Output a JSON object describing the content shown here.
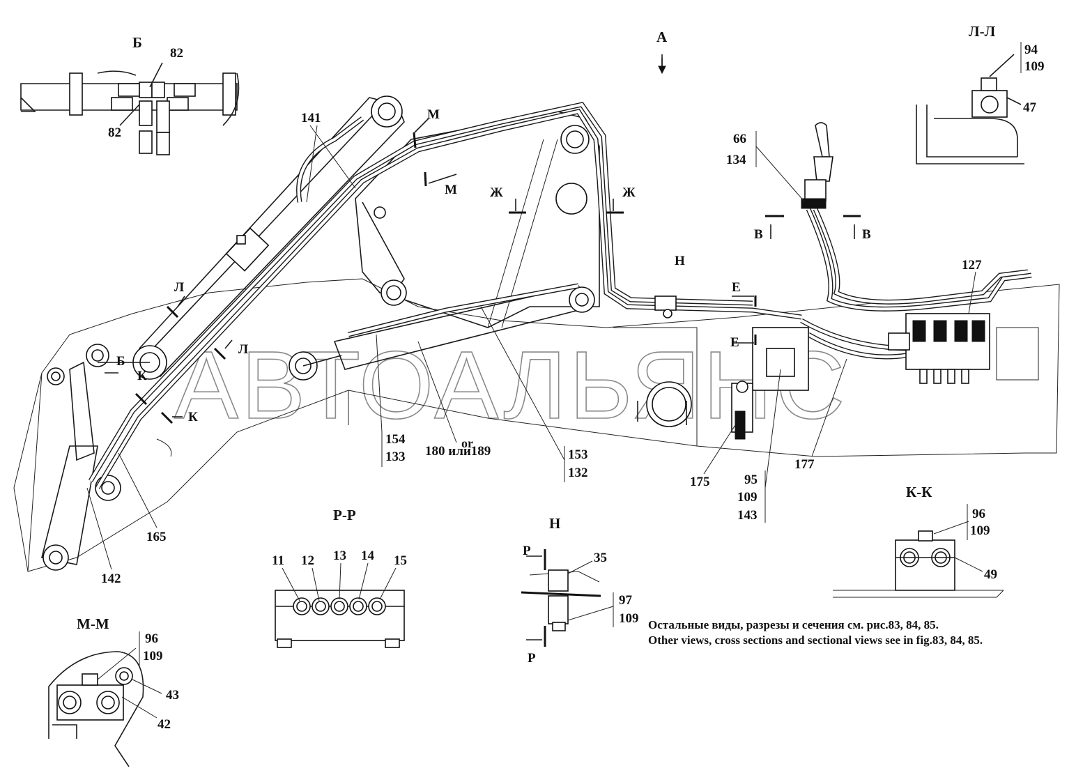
{
  "watermark": "АВТОАЛЬЯНС",
  "views": {
    "B_view": "Б",
    "A_view": "А",
    "LL_view": "Л-Л",
    "PP_view": "Р-Р",
    "H_view": "Н",
    "KK_view": "К-К",
    "MM_view": "М-М"
  },
  "section_marks": {
    "M": "М",
    "Zh": "Ж",
    "V": "В",
    "N": "Н",
    "E": "Е",
    "L": "Л",
    "K": "К",
    "B": "Б",
    "P": "Р"
  },
  "callouts": {
    "c82": "82",
    "c141": "141",
    "c66": "66",
    "c134": "134",
    "c94": "94",
    "c109": "109",
    "c47": "47",
    "c127": "127",
    "c154": "154",
    "c133": "133",
    "c180": "180 или189",
    "c_or": "or",
    "c153": "153",
    "c132": "132",
    "c175": "175",
    "c95": "95",
    "c143": "143",
    "c177": "177",
    "c165": "165",
    "c142": "142",
    "c11": "11",
    "c12": "12",
    "c13": "13",
    "c14": "14",
    "c15": "15",
    "c35": "35",
    "c97": "97",
    "c96": "96",
    "c49": "49",
    "c43": "43",
    "c42": "42"
  },
  "footnote": {
    "ru_text": "Остальные виды, разрезы и сечения см. рис.",
    "en_text": "Other views, cross sections and sectional views see in fig.",
    "figs": [
      "83",
      "84",
      "85"
    ],
    "sep": ", ",
    "end": "."
  }
}
